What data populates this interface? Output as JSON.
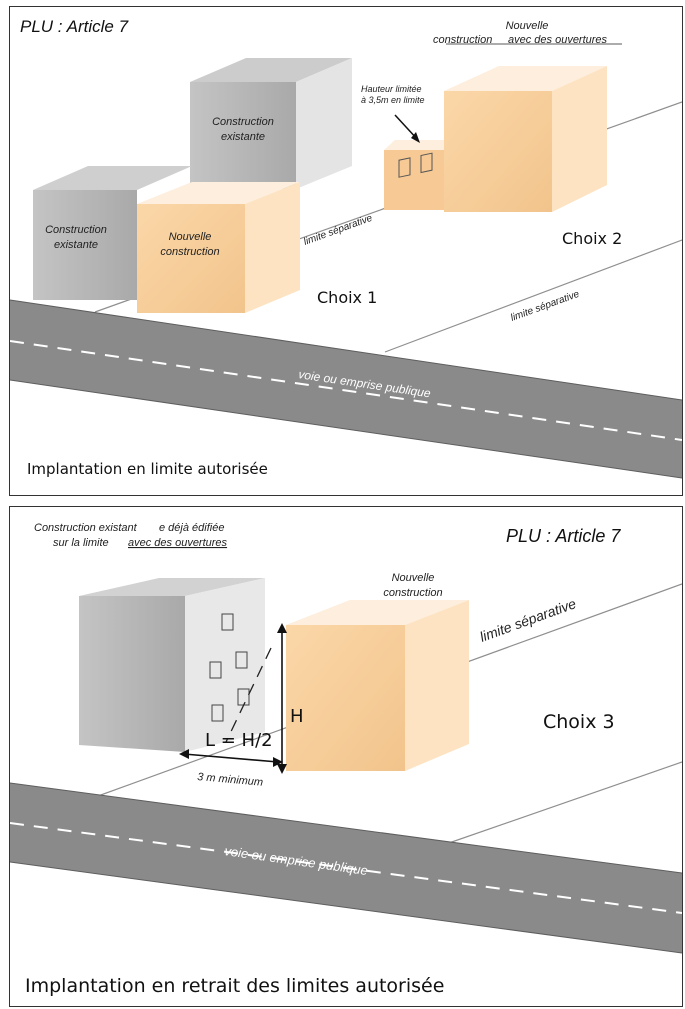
{
  "panel1": {
    "title": "PLU : Article 7",
    "new_openings_line1": "Nouvelle",
    "new_openings_line2a": "construction ",
    "new_openings_line2b": "avec des ouvertures",
    "height_note_line1": "Hauteur limitée",
    "height_note_line2": "à 3,5m en limite",
    "existing_back_line1": "Construction",
    "existing_back_line2": "existante",
    "existing_front_line1": "Construction",
    "existing_front_line2": "existante",
    "new_front_line1": "Nouvelle",
    "new_front_line2": "construction",
    "boundary_label_1": "limite séparative",
    "boundary_label_2": "limite séparative",
    "choice_1": "Choix 1",
    "choice_2": "Choix 2",
    "road_label": "voie ou emprise publique",
    "caption": "Implantation en limite autorisée"
  },
  "panel2": {
    "title": "PLU : Article 7",
    "existing_line1a": "Construction existant",
    "existing_line1b": "e déjà édifiée",
    "existing_line2a": "sur la limite ",
    "existing_line2b": "avec des ouvertures",
    "new_line1": "Nouvelle",
    "new_line2": "construction",
    "boundary_label": "limite séparative",
    "height_label": "H",
    "distance_label": "L = H/2",
    "minimum_label": "3 m minimum",
    "choice_3": "Choix 3",
    "road_label": "voie ou emprise publique",
    "caption": "Implantation en retrait des limites autorisée"
  },
  "colors": {
    "orange_front": "#f8cd98",
    "orange_side": "#fde3c2",
    "orange_top": "#fdeedd",
    "gray_front": "#b5b5b5",
    "gray_side": "#dedede",
    "gray_top": "#cccccc",
    "road": "#8a8a8a"
  }
}
